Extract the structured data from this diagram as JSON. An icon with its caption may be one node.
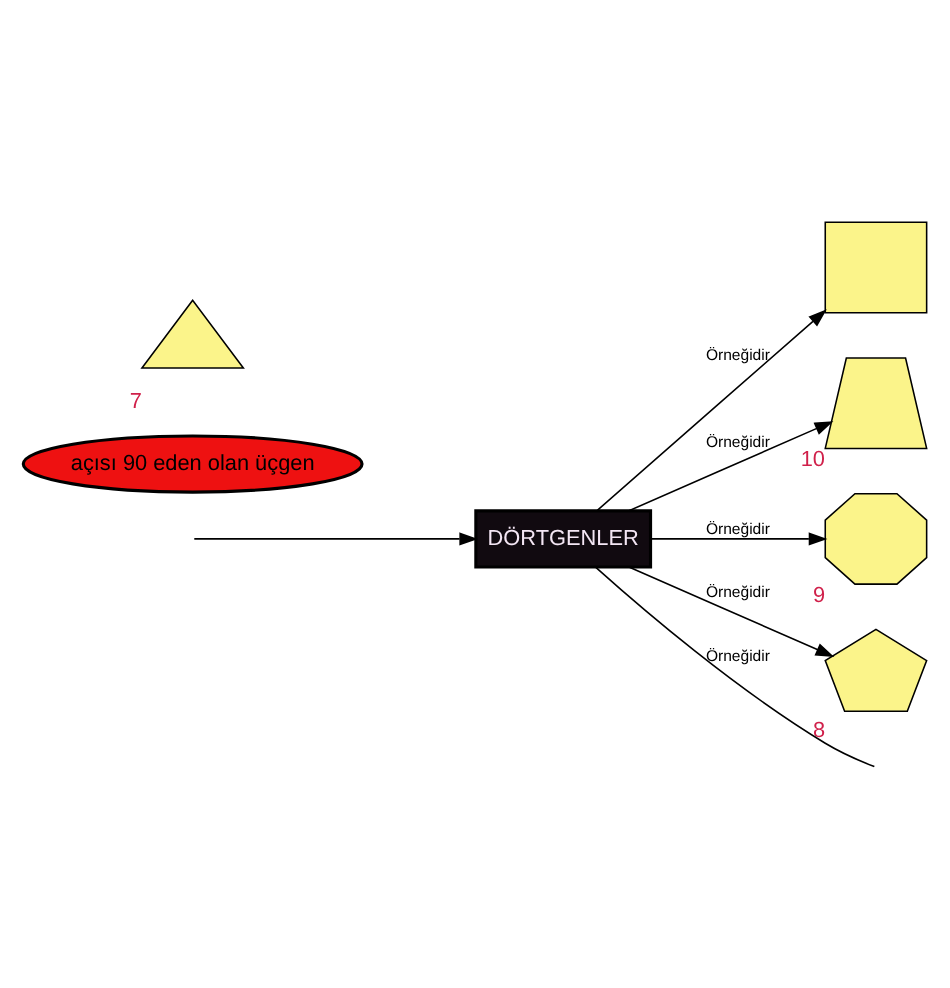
{
  "diagram": {
    "nodes": [
      {
        "text": [
          "DÖRTGENLER"
        ]
      },
      {
        "text": [
          "açısı 90 eden olan üçgen"
        ]
      },
      {
        "text": [],
        "shape": "box"
      },
      {
        "text": [],
        "shape": "trapezoid",
        "beside": [
          "10"
        ]
      },
      {
        "text": [],
        "shape": "octagon",
        "beside": [
          "9"
        ]
      },
      {
        "text": [],
        "shape": "pentagon",
        "beside": [
          "8"
        ]
      },
      {
        "text": [],
        "shape": "triangle",
        "beside": [
          "7"
        ]
      }
    ],
    "edges": [
      {
        "from": 0,
        "to": null,
        "arrow": "none",
        "label": "Örneğidir"
      },
      {
        "from": null,
        "to": 0,
        "arrow": "to"
      },
      {
        "from": 0,
        "to": 2,
        "arrow": "to",
        "label": "Örneğidir"
      },
      {
        "from": 0,
        "to": 3,
        "arrow": "to",
        "label": "Örneğidir"
      },
      {
        "from": 0,
        "to": 4,
        "arrow": "to",
        "label": "Örneğidir"
      },
      {
        "from": 0,
        "to": 5,
        "arrow": "to",
        "label": "Örneğidir"
      }
    ]
  }
}
